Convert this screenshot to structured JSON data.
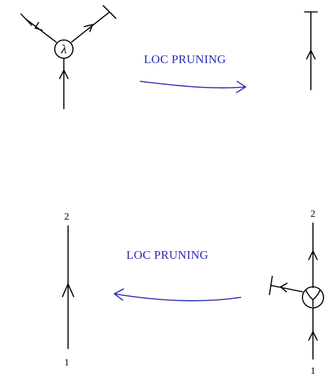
{
  "top": {
    "arrow_label": "LOC PRUNING",
    "lambda_symbol": "λ"
  },
  "bottom": {
    "arrow_label": "LOC PRUNING",
    "left_top_label": "2",
    "left_bottom_label": "1",
    "right_top_label": "2",
    "right_bottom_label": "1"
  }
}
